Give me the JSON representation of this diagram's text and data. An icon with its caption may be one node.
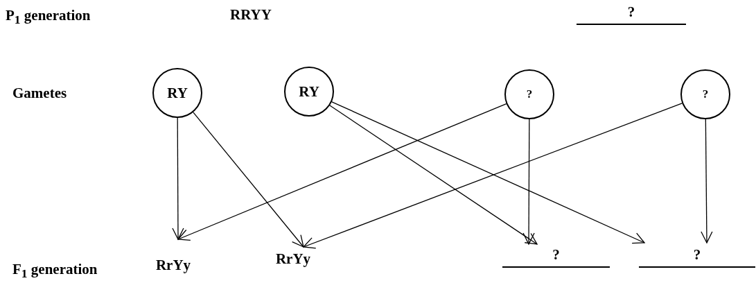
{
  "diagram": {
    "nodes": [
      {
        "text": [
          "RRYY"
        ]
      },
      {
        "text": [
          "?"
        ]
      },
      {
        "text": [
          "RY"
        ]
      },
      {
        "text": [
          "RY"
        ]
      },
      {
        "text": [
          "?"
        ]
      },
      {
        "text": [
          "?"
        ]
      },
      {
        "text": [
          "RrYy"
        ]
      },
      {
        "text": [
          "RrYy"
        ]
      },
      {
        "text": [
          "?"
        ]
      },
      {
        "text": [
          "?"
        ]
      }
    ],
    "edges": [
      {
        "from": 2,
        "to": 6,
        "arrow": "to"
      },
      {
        "from": 2,
        "to": 7,
        "arrow": "to"
      },
      {
        "from": 3,
        "to": 8,
        "arrow": "to"
      },
      {
        "from": 3,
        "to": 9,
        "arrow": "to"
      },
      {
        "from": 4,
        "to": 6,
        "arrow": "to"
      },
      {
        "from": 4,
        "to": 8,
        "arrow": "to"
      },
      {
        "from": 5,
        "to": 7,
        "arrow": "to"
      },
      {
        "from": 5,
        "to": 9,
        "arrow": "to"
      }
    ],
    "labels": [
      "P$_{1}$ generation",
      "Gametes",
      "F$_{1}$ generation"
    ]
  }
}
